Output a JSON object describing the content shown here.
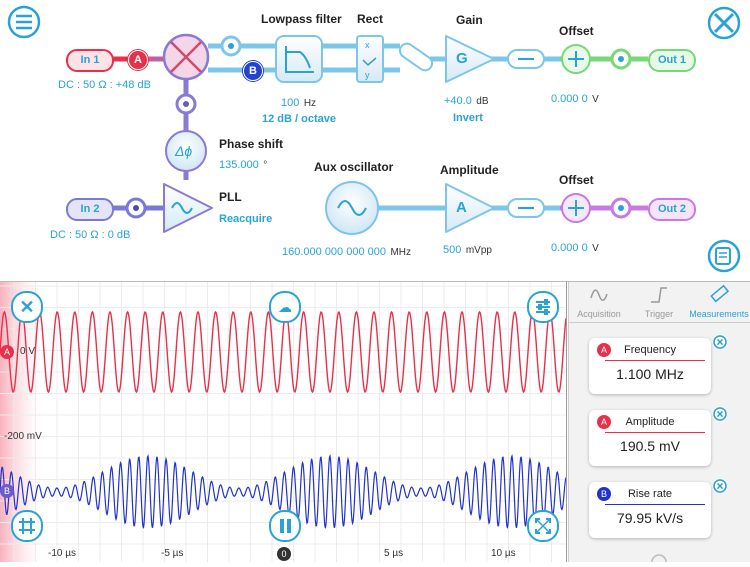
{
  "pipeline": {
    "input1": {
      "label": "In 1",
      "coupling": "DC : 50 Ω : +48 dB",
      "marker": "A"
    },
    "input2": {
      "label": "In 2",
      "coupling": "DC : 50 Ω : 0 dB"
    },
    "marker_b": "B",
    "lowpass": {
      "title": "Lowpass filter",
      "freq": "100",
      "freq_unit": "Hz",
      "slope": "12 dB / octave"
    },
    "rect": {
      "title": "Rect"
    },
    "gain": {
      "title": "Gain",
      "symbol": "G",
      "value": "+40.0",
      "unit": "dB",
      "invert": "Invert"
    },
    "offset1": {
      "title": "Offset",
      "value": "0.000 0",
      "unit": "V"
    },
    "out1": {
      "label": "Out 1"
    },
    "phase": {
      "title": "Phase shift",
      "symbol": "Δϕ",
      "value": "135.000",
      "unit": "°"
    },
    "pll": {
      "title": "PLL",
      "reacquire": "Reacquire"
    },
    "aux": {
      "title": "Aux oscillator",
      "freq": "160.000 000 000 000",
      "unit": "MHz"
    },
    "amplitude": {
      "title": "Amplitude",
      "symbol": "A",
      "value": "500",
      "unit": "mVpp"
    },
    "offset2": {
      "title": "Offset",
      "value": "0.000 0",
      "unit": "V"
    },
    "out2": {
      "label": "Out 2"
    }
  },
  "scope": {
    "ch_a_label": "A",
    "ch_a_level": "0 V",
    "ch_b_label": "B",
    "ch_b_level": "-200 mV",
    "ticks": [
      "-10 µs",
      "-5 µs",
      "0",
      "5 µs",
      "10 µs"
    ],
    "trigger_marker": "0"
  },
  "tabs": [
    {
      "label": "Acquisition",
      "active": false
    },
    {
      "label": "Trigger",
      "active": false
    },
    {
      "label": "Measurements",
      "active": true
    }
  ],
  "measurements": [
    {
      "channel": "A",
      "name": "Frequency",
      "value": "1.100 MHz",
      "color": "#e8304a"
    },
    {
      "channel": "A",
      "name": "Amplitude",
      "value": "190.5 mV",
      "color": "#e8304a"
    },
    {
      "channel": "B",
      "name": "Rise rate",
      "value": "79.95 kV/s",
      "color": "#2233cc"
    }
  ],
  "colors": {
    "accent": "#29a3d6",
    "ch_a": "#e8304a",
    "ch_b": "#2233cc",
    "green": "#55cc55",
    "purple": "#b05bd6"
  },
  "icons": [
    "menu-icon",
    "tools-icon",
    "notes-icon",
    "close-icon",
    "cloud-upload-icon",
    "sliders-icon",
    "grid-icon",
    "pause-icon",
    "expand-icon",
    "sine-wave-icon",
    "step-icon",
    "ruler-icon",
    "mixer-icon",
    "lowpass-icon",
    "rectifier-icon"
  ]
}
